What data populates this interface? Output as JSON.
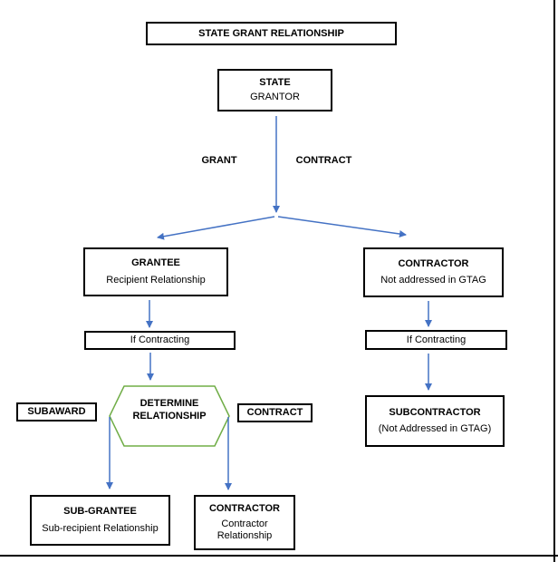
{
  "diagram": {
    "title": "STATE GRANT RELATIONSHIP",
    "nodes": {
      "state": {
        "title": "STATE",
        "subtitle": "GRANTOR"
      },
      "grantee": {
        "title": "GRANTEE",
        "subtitle": "Recipient Relationship"
      },
      "contractor_right": {
        "title": "CONTRACTOR",
        "subtitle": "Not addressed in GTAG"
      },
      "if_contracting_left": {
        "label": "If Contracting"
      },
      "if_contracting_right": {
        "label": "If Contracting"
      },
      "determine_relationship": {
        "line1": "DETERMINE",
        "line2": "RELATIONSHIP"
      },
      "subaward": {
        "label": "SUBAWARD"
      },
      "contract_side": {
        "label": "CONTRACT"
      },
      "sub_grantee": {
        "title": "SUB-GRANTEE",
        "subtitle": "Sub-recipient Relationship"
      },
      "contractor_bottom": {
        "title": "CONTRACTOR",
        "subtitle_line1": "Contractor",
        "subtitle_line2": "Relationship"
      },
      "subcontractor": {
        "title": "SUBCONTRACTOR",
        "subtitle": "(Not Addressed in GTAG)"
      }
    },
    "edge_labels": {
      "grant": "GRANT",
      "contract": "CONTRACT"
    },
    "colors": {
      "arrow": "#4472C4",
      "hexagon_border": "#70AD47",
      "box_border": "#000000",
      "background": "#FFFFFF"
    }
  }
}
